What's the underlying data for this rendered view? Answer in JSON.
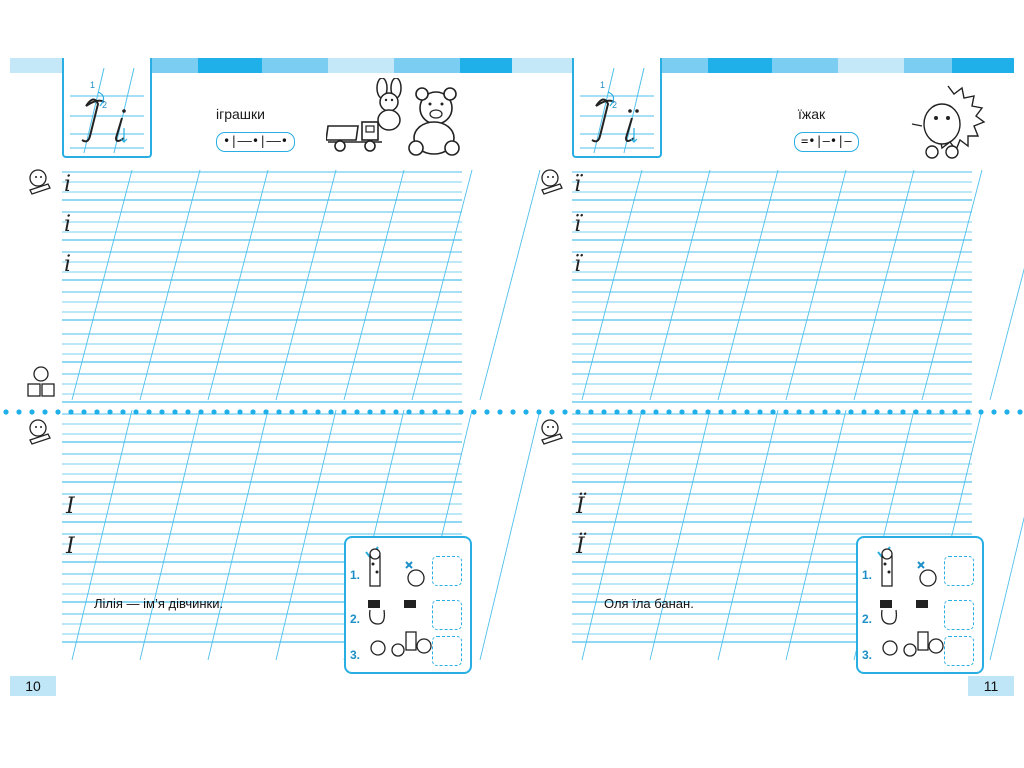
{
  "colors": {
    "accent": "#29aee3",
    "stripe_dark": "#1fb0ea",
    "stripe_mid": "#7ccdf2",
    "stripe_light": "#c5e8f8",
    "rule_line": "#4fc0ec"
  },
  "left_page": {
    "word": "ігрaшки",
    "scheme": "•|——•|——•",
    "sentence": "Лілія — ім’я дівчинки.",
    "page_number": "10",
    "rows": [
      {
        "guide_letter": "і"
      },
      {
        "guide_letter": "і"
      },
      {
        "guide_letter": "і"
      },
      {
        "guide_letter": ""
      },
      {
        "guide_letter": ""
      },
      {
        "guide_letter": ""
      }
    ],
    "rows_lower": [
      {
        "guide_letter": ""
      },
      {
        "guide_letter": "І"
      },
      {
        "guide_letter": "І"
      },
      {
        "guide_letter": ""
      }
    ]
  },
  "right_page": {
    "word": "їжак",
    "scheme": "=•|—•|—",
    "sentence": "Оля їла банан.",
    "page_number": "11",
    "rows": [
      {
        "guide_letter": "ї"
      },
      {
        "guide_letter": "ї"
      },
      {
        "guide_letter": "ї"
      },
      {
        "guide_letter": ""
      },
      {
        "guide_letter": ""
      },
      {
        "guide_letter": ""
      }
    ],
    "rows_lower": [
      {
        "guide_letter": ""
      },
      {
        "guide_letter": "Ї"
      },
      {
        "guide_letter": "Ї"
      },
      {
        "guide_letter": ""
      }
    ]
  },
  "tasks": [
    {
      "number": "1."
    },
    {
      "number": "2."
    },
    {
      "number": "3."
    }
  ],
  "letter_box_marks": {
    "stroke_1": "1",
    "stroke_2": "2"
  },
  "icons": {
    "toy_truck": "truck-icon",
    "toy_bunny": "bunny-icon",
    "teddy_bear": "teddy-bear-icon",
    "hedgehog": "hedgehog-icon",
    "pencil_mascot": "pencil-mascot-icon"
  }
}
